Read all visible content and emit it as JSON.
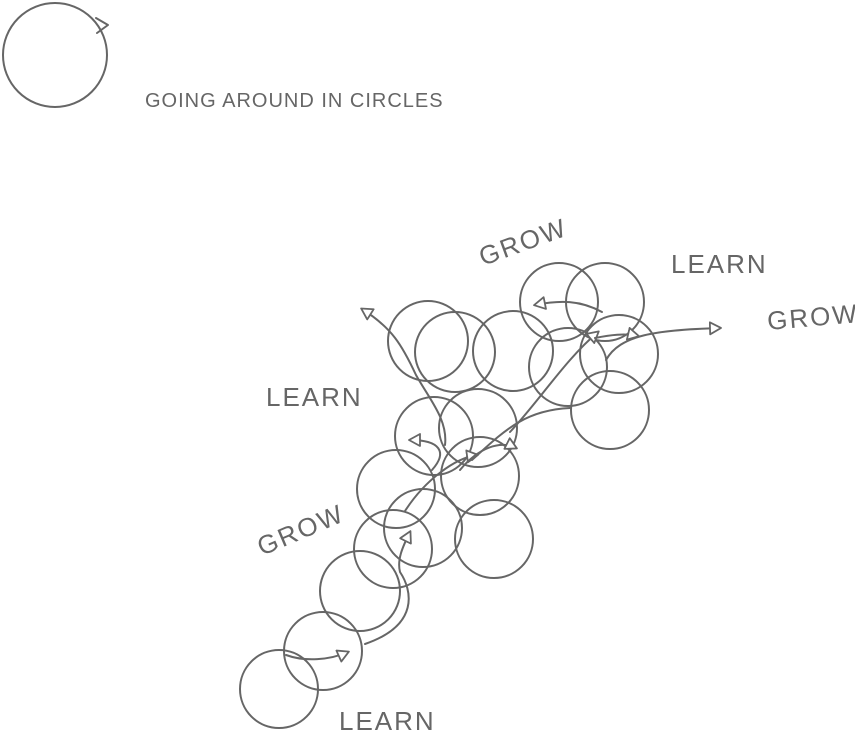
{
  "legend": {
    "caption": "GOING AROUND IN CIRCLES",
    "icon": "circular-arrow-icon"
  },
  "labels": [
    {
      "id": "grow-top",
      "text": "GROW"
    },
    {
      "id": "learn-top-right",
      "text": "LEARN"
    },
    {
      "id": "grow-right",
      "text": "GROW"
    },
    {
      "id": "learn-left",
      "text": "LEARN"
    },
    {
      "id": "grow-left",
      "text": "GROW"
    },
    {
      "id": "learn-bottom",
      "text": "LEARN"
    }
  ],
  "colors": {
    "stroke": "#666666",
    "background": "#ffffff"
  }
}
